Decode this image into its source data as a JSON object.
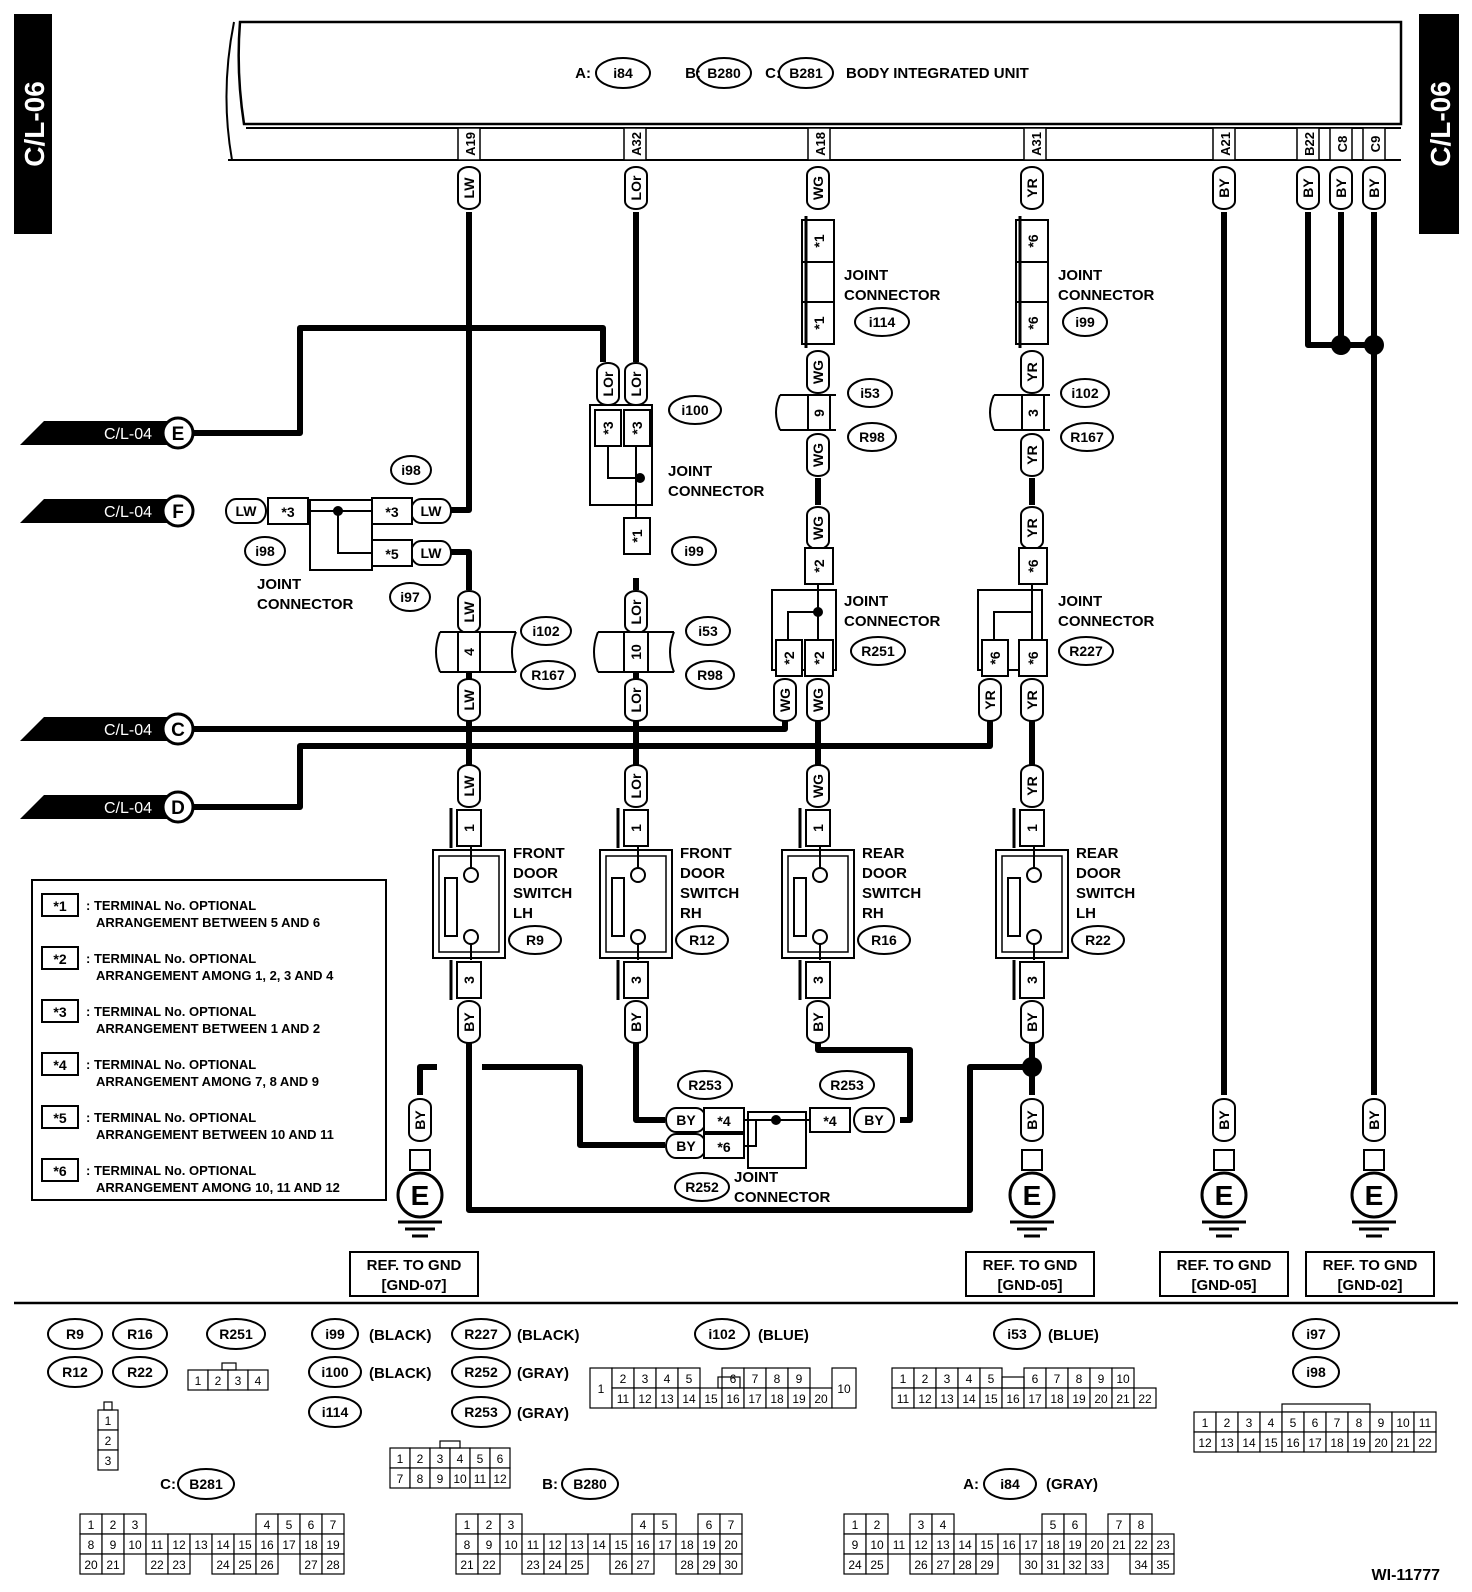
{
  "page_tag": "C/L-06",
  "unit": {
    "prefix_a": "A:",
    "conn_a": "i84",
    "prefix_b": "B:",
    "conn_b": "B280",
    "prefix_c": "C:",
    "conn_c": "B281",
    "name": "BODY INTEGRATED UNIT"
  },
  "pins": [
    {
      "pin": "A19",
      "wire": "LW"
    },
    {
      "pin": "A32",
      "wire": "LOr"
    },
    {
      "pin": "A18",
      "wire": "WG"
    },
    {
      "pin": "A31",
      "wire": "YR"
    },
    {
      "pin": "A21",
      "wire": "BY"
    },
    {
      "pin": "B22",
      "wire": "BY"
    },
    {
      "pin": "C8",
      "wire": "BY"
    },
    {
      "pin": "C9",
      "wire": "BY"
    }
  ],
  "offpage": [
    {
      "label": "C/L-04",
      "letter": "E"
    },
    {
      "label": "C/L-04",
      "letter": "F"
    },
    {
      "label": "C/L-04",
      "letter": "C"
    },
    {
      "label": "C/L-04",
      "letter": "D"
    }
  ],
  "jc": {
    "line1": "JOINT",
    "line2": "CONNECTOR"
  },
  "connectors": {
    "i114": "i114",
    "i99": "i99",
    "i100": "i100",
    "i53": "i53",
    "R98": "R98",
    "i102": "i102",
    "R167": "R167",
    "i98": "i98",
    "i97": "i97",
    "R251": "R251",
    "R227": "R227",
    "R253": "R253",
    "R252": "R252",
    "R9": "R9",
    "R12": "R12",
    "R16": "R16",
    "R22": "R22"
  },
  "wire_labels": {
    "lw": "LW",
    "lor": "LOr",
    "wg": "WG",
    "yr": "YR",
    "by": "BY"
  },
  "terms": {
    "s1": "*1",
    "s2": "*2",
    "s3": "*3",
    "s4": "*4",
    "s5": "*5",
    "s6": "*6",
    "n1": "1",
    "n3": "3",
    "n4": "4",
    "n9": "9",
    "n10": "10"
  },
  "switches": [
    {
      "l1": "FRONT",
      "l2": "DOOR",
      "l3": "SWITCH",
      "l4": "LH",
      "conn": "R9"
    },
    {
      "l1": "FRONT",
      "l2": "DOOR",
      "l3": "SWITCH",
      "l4": "RH",
      "conn": "R12"
    },
    {
      "l1": "REAR",
      "l2": "DOOR",
      "l3": "SWITCH",
      "l4": "RH",
      "conn": "R16"
    },
    {
      "l1": "REAR",
      "l2": "DOOR",
      "l3": "SWITCH",
      "l4": "LH",
      "conn": "R22"
    }
  ],
  "grounds": [
    {
      "letter": "E",
      "ref1": "REF. TO GND",
      "ref2": "[GND-07]"
    },
    {
      "letter": "E",
      "ref1": "REF. TO GND",
      "ref2": "[GND-05]"
    },
    {
      "letter": "E",
      "ref1": "REF. TO GND",
      "ref2": "[GND-05]"
    },
    {
      "letter": "E",
      "ref1": "REF. TO GND",
      "ref2": "[GND-02]"
    }
  ],
  "legend": [
    {
      "key": "*1",
      "l1": ": TERMINAL No. OPTIONAL",
      "l2": "ARRANGEMENT BETWEEN 5 AND 6"
    },
    {
      "key": "*2",
      "l1": ": TERMINAL No. OPTIONAL",
      "l2": "ARRANGEMENT AMONG 1, 2, 3 AND 4"
    },
    {
      "key": "*3",
      "l1": ": TERMINAL No. OPTIONAL",
      "l2": "ARRANGEMENT BETWEEN 1 AND 2"
    },
    {
      "key": "*4",
      "l1": ": TERMINAL No. OPTIONAL",
      "l2": "ARRANGEMENT AMONG 7, 8 AND 9"
    },
    {
      "key": "*5",
      "l1": ": TERMINAL No. OPTIONAL",
      "l2": "ARRANGEMENT BETWEEN 10 AND 11"
    },
    {
      "key": "*6",
      "l1": ": TERMINAL No. OPTIONAL",
      "l2": "ARRANGEMENT AMONG 10, 11 AND 12"
    }
  ],
  "bottom": {
    "black": "(BLACK)",
    "gray": "(GRAY)",
    "blue": "(BLUE)",
    "c_prefix": "C:",
    "b_prefix": "B:",
    "a_prefix": "A:",
    "fig_id": "WI-11777"
  }
}
